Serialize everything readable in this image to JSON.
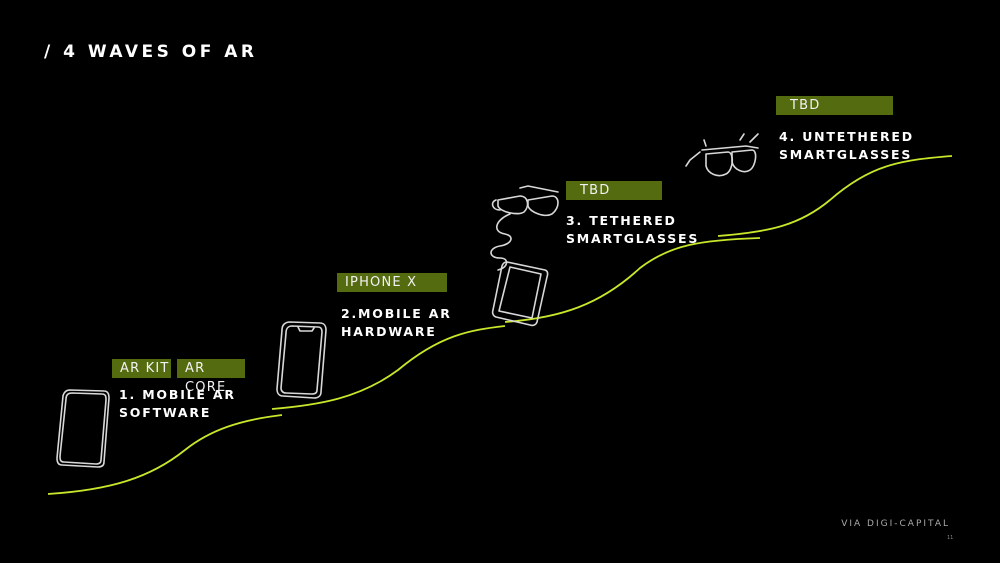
{
  "title": "/ 4 WAVES OF AR",
  "waves": [
    {
      "label_line1": "1. MOBILE AR",
      "label_line2": "SOFTWARE",
      "tags": [
        "AR KIT",
        "AR CORE"
      ]
    },
    {
      "label_line1": "2.MOBILE AR",
      "label_line2": "HARDWARE",
      "tags": [
        "IPHONE X"
      ]
    },
    {
      "label_line1": "3. TETHERED",
      "label_line2": "SMARTGLASSES",
      "tags": [
        "TBD"
      ]
    },
    {
      "label_line1": "4. UNTETHERED",
      "label_line2": "SMARTGLASSES",
      "tags": [
        "TBD"
      ]
    }
  ],
  "source": "VIA DIGI-CAPITAL",
  "page_number": "11",
  "colors": {
    "background": "#000000",
    "curve": "#c8e62a",
    "tag": "#556b10",
    "text": "#ffffff"
  },
  "icons": [
    "phone-sketch-icon",
    "iphone-x-sketch-icon",
    "tethered-glasses-sketch-icon",
    "untethered-glasses-sketch-icon"
  ]
}
